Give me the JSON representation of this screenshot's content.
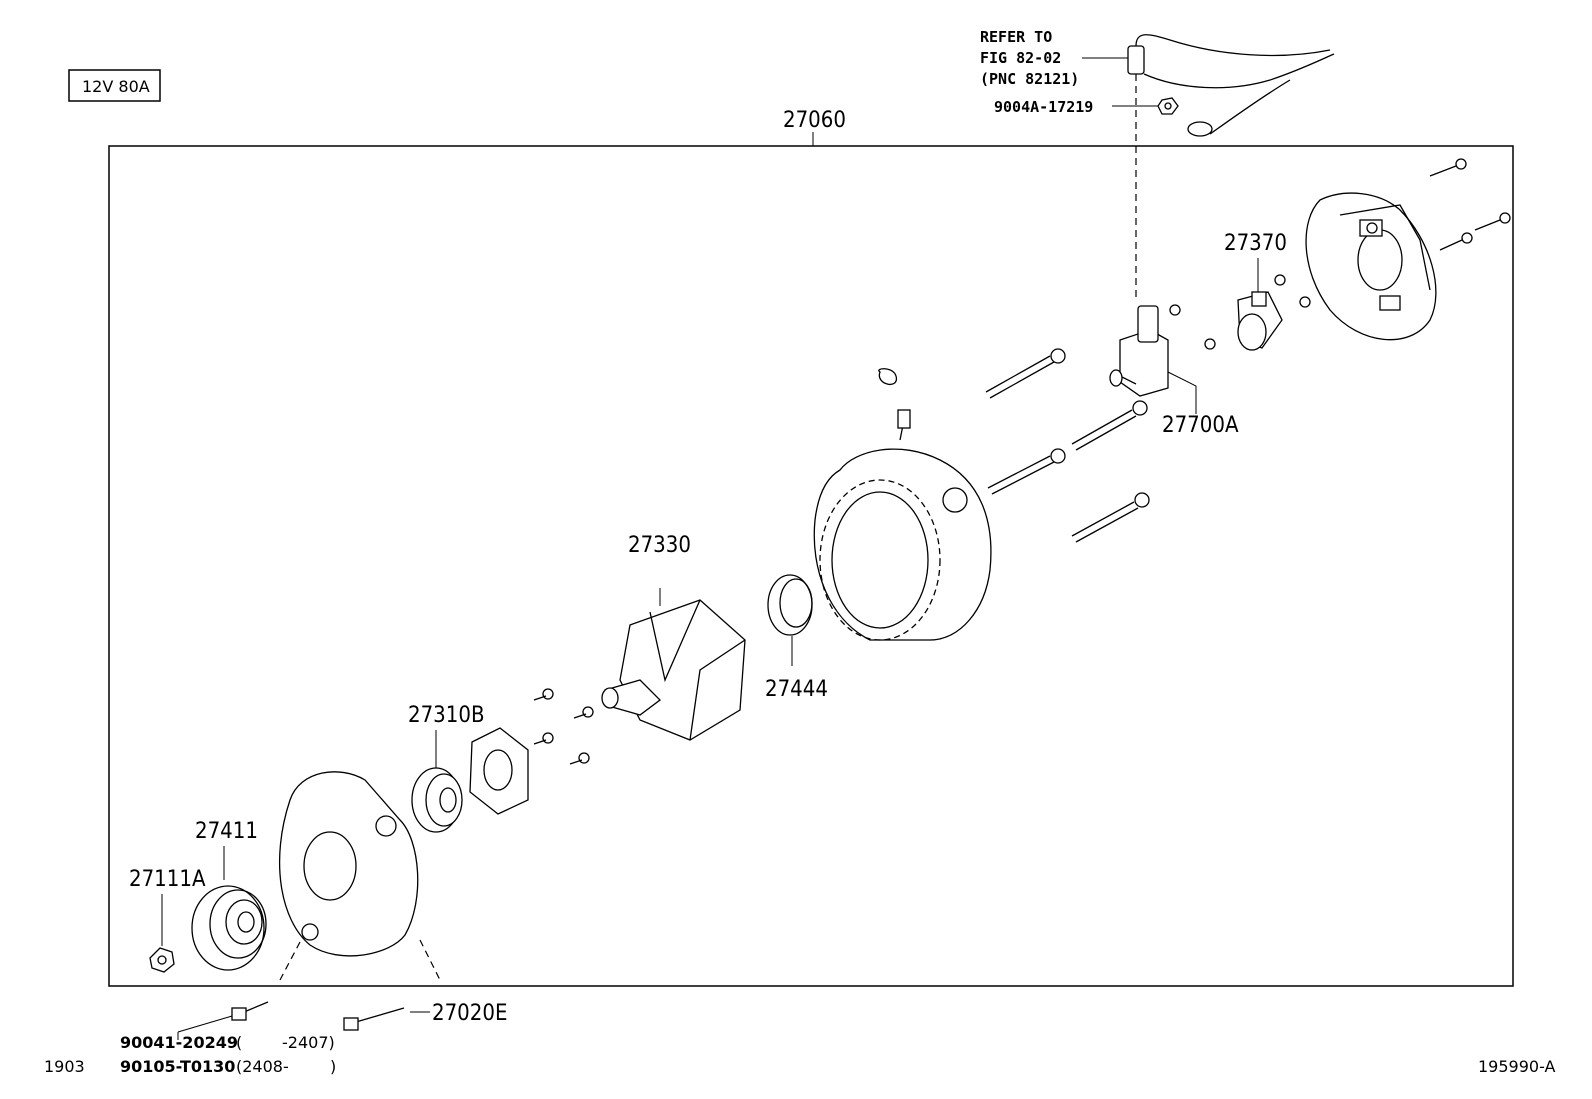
{
  "spec_box": "12V 80A",
  "assembly_label": "27060",
  "refer": {
    "line1": "REFER TO",
    "line2": "FIG 82-02",
    "line3": "(PNC 82121)"
  },
  "parts": {
    "p9004a": "9004A-17219",
    "p27370": "27370",
    "p27700a": "27700A",
    "p27330": "27330",
    "p27444": "27444",
    "p27310b": "27310B",
    "p27411": "27411",
    "p27111a": "27111A",
    "p27020e": "27020E"
  },
  "bolts": {
    "row1_part": "90041-20249",
    "row1_range_open": "(",
    "row1_range": "-2407)",
    "row2_part": "90105-T0130",
    "row2_range": "(2408-",
    "row2_close": ")"
  },
  "footer": {
    "left_code": "1903",
    "right_code": "195990-A"
  }
}
